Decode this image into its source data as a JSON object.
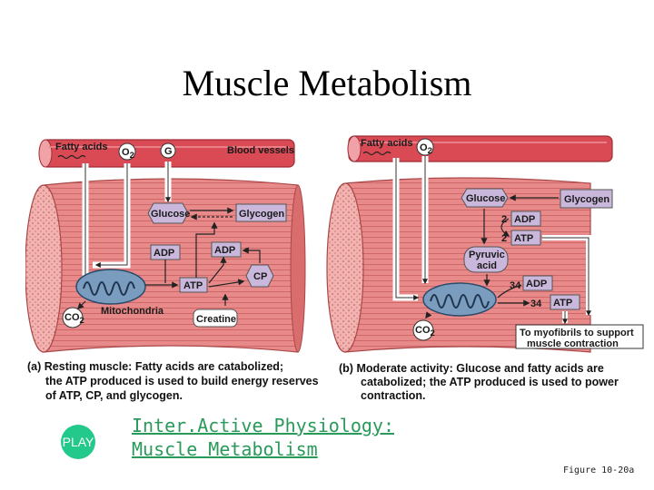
{
  "slide": {
    "title": "Muscle Metabolism",
    "play_label": "PLAY",
    "link_line1": "Inter.Active Physiology:",
    "link_line2": "Muscle Metabolism",
    "figure_label": "Figure 10-20a"
  },
  "panel_a": {
    "fatty_acids": "Fatty acids",
    "o2": "O",
    "o2_sub": "2",
    "g": "G",
    "blood_vessels": "Blood vessels",
    "glucose": "Glucose",
    "glycogen": "Glycogen",
    "adp_left": "ADP",
    "adp_right": "ADP",
    "atp": "ATP",
    "cp": "CP",
    "co2": "CO",
    "co2_sub": "2",
    "mitochondria": "Mitochondria",
    "creatine": "Creatine",
    "caption_tag": "(a)",
    "caption_bold": "Resting muscle:",
    "caption_line1": "Fatty acids are catabolized;",
    "caption_line2": "the ATP produced is used to build energy reserves",
    "caption_line3": "of ATP, CP, and glycogen."
  },
  "panel_b": {
    "fatty_acids": "Fatty acids",
    "o2": "O",
    "o2_sub": "2",
    "glucose": "Glucose",
    "glycogen": "Glycogen",
    "n2a": "2",
    "adp1": "ADP",
    "n2b": "2",
    "atp1": "ATP",
    "pyruvic1": "Pyruvic",
    "pyruvic2": "acid",
    "n34a": "34",
    "adp2": "ADP",
    "n34b": "34",
    "atp2": "ATP",
    "co2": "CO",
    "co2_sub": "2",
    "myo1": "To myofibrils to support",
    "myo2": "muscle contraction",
    "caption_tag": "(b)",
    "caption_bold": "Moderate activity:",
    "caption_line1": "Glucose and fatty acids are",
    "caption_line2": "catabolized; the ATP produced is used to power",
    "caption_line3": "contraction."
  },
  "colors": {
    "muscle": "#e27878",
    "muscle_dark": "#b84848",
    "vessel": "#d94a55",
    "mito": "#7a9dbf",
    "molecule_box": "#c9b8dc",
    "molecule_border": "#555555",
    "play": "#22c98a",
    "link": "#2a9a5a"
  }
}
